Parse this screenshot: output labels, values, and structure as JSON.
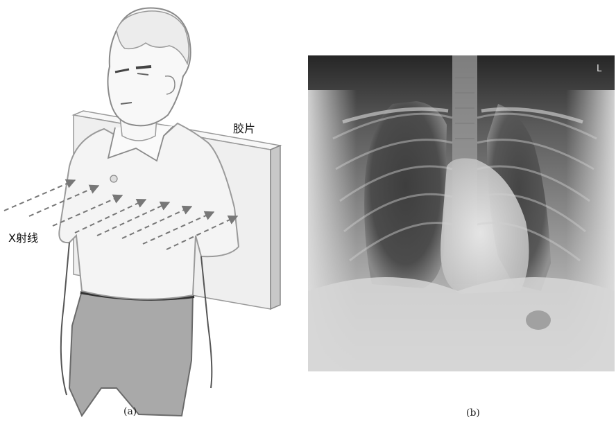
{
  "panel_a": {
    "film_label": "胶片",
    "xray_label": "X射线",
    "caption": "(a)"
  },
  "panel_b": {
    "corner_mark": "L",
    "caption": "(b)"
  },
  "colors": {
    "film_face": "#efefef",
    "film_edge": "#c8c8c8",
    "shirt": "#f4f4f4",
    "pants": "#a9a9a9",
    "arrow": "#777777",
    "xray_dark": "#262626",
    "xray_light": "#e6e6e6"
  }
}
